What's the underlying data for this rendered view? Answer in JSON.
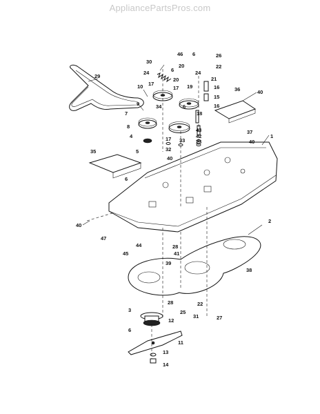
{
  "watermark": "AppliancePartsPros.com",
  "callouts": [
    {
      "id": "c46",
      "label": "46"
    },
    {
      "id": "c6a",
      "label": "6"
    },
    {
      "id": "c26",
      "label": "26"
    },
    {
      "id": "c30",
      "label": "30"
    },
    {
      "id": "c20a",
      "label": "20"
    },
    {
      "id": "c22a",
      "label": "22"
    },
    {
      "id": "c6b",
      "label": "6"
    },
    {
      "id": "c24a",
      "label": "24"
    },
    {
      "id": "c24b",
      "label": "24"
    },
    {
      "id": "c29",
      "label": "29"
    },
    {
      "id": "c20b",
      "label": "20"
    },
    {
      "id": "c21",
      "label": "21"
    },
    {
      "id": "c10",
      "label": "10"
    },
    {
      "id": "c17a",
      "label": "17"
    },
    {
      "id": "c17b",
      "label": "17"
    },
    {
      "id": "c19",
      "label": "19"
    },
    {
      "id": "c16a",
      "label": "16"
    },
    {
      "id": "c36",
      "label": "36"
    },
    {
      "id": "c40a",
      "label": "40"
    },
    {
      "id": "c9",
      "label": "9"
    },
    {
      "id": "c34",
      "label": "34"
    },
    {
      "id": "c15",
      "label": "15"
    },
    {
      "id": "c6c",
      "label": "6"
    },
    {
      "id": "c16b",
      "label": "16"
    },
    {
      "id": "c7",
      "label": "7"
    },
    {
      "id": "c18",
      "label": "18"
    },
    {
      "id": "c8",
      "label": "8"
    },
    {
      "id": "c43",
      "label": "43"
    },
    {
      "id": "c42",
      "label": "42"
    },
    {
      "id": "c37",
      "label": "37"
    },
    {
      "id": "c4",
      "label": "4"
    },
    {
      "id": "c17c",
      "label": "17"
    },
    {
      "id": "c33",
      "label": "33"
    },
    {
      "id": "c23",
      "label": "23"
    },
    {
      "id": "c40b",
      "label": "40"
    },
    {
      "id": "c1",
      "label": "1"
    },
    {
      "id": "c35",
      "label": "35"
    },
    {
      "id": "c5",
      "label": "5"
    },
    {
      "id": "c32",
      "label": "32"
    },
    {
      "id": "c40c",
      "label": "40"
    },
    {
      "id": "c6d",
      "label": "6"
    },
    {
      "id": "c2",
      "label": "2"
    },
    {
      "id": "c40d",
      "label": "40"
    },
    {
      "id": "c47",
      "label": "47"
    },
    {
      "id": "c44",
      "label": "44"
    },
    {
      "id": "c28a",
      "label": "28"
    },
    {
      "id": "c45",
      "label": "45"
    },
    {
      "id": "c41",
      "label": "41"
    },
    {
      "id": "c39",
      "label": "39"
    },
    {
      "id": "c38",
      "label": "38"
    },
    {
      "id": "c28b",
      "label": "28"
    },
    {
      "id": "c22b",
      "label": "22"
    },
    {
      "id": "c25",
      "label": "25"
    },
    {
      "id": "c31",
      "label": "31"
    },
    {
      "id": "c27",
      "label": "27"
    },
    {
      "id": "c3",
      "label": "3"
    },
    {
      "id": "c6e",
      "label": "6"
    },
    {
      "id": "c12",
      "label": "12"
    },
    {
      "id": "c11",
      "label": "11"
    },
    {
      "id": "c13",
      "label": "13"
    },
    {
      "id": "c14",
      "label": "14"
    }
  ]
}
